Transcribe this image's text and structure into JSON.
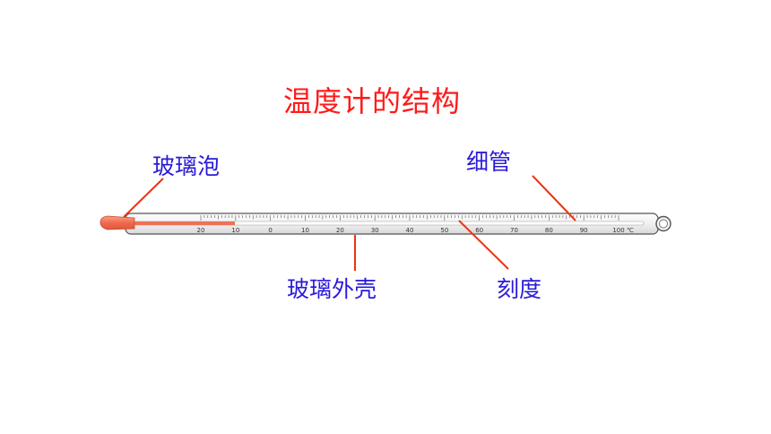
{
  "title": "温度计的结构",
  "labels": {
    "bulb": "玻璃泡",
    "capillary": "细管",
    "glass_shell": "玻璃外壳",
    "scale": "刻度"
  },
  "scale": {
    "tick_labels": [
      "20",
      "10",
      "0",
      "10",
      "20",
      "30",
      "40",
      "50",
      "60",
      "70",
      "80",
      "90",
      "100"
    ],
    "unit": "℃"
  },
  "colors": {
    "title": "#ff1a1a",
    "label": "#2a1ad8",
    "leader_line": "#ee3311",
    "mercury": "#f0705a",
    "bulb": "#f06a50"
  }
}
